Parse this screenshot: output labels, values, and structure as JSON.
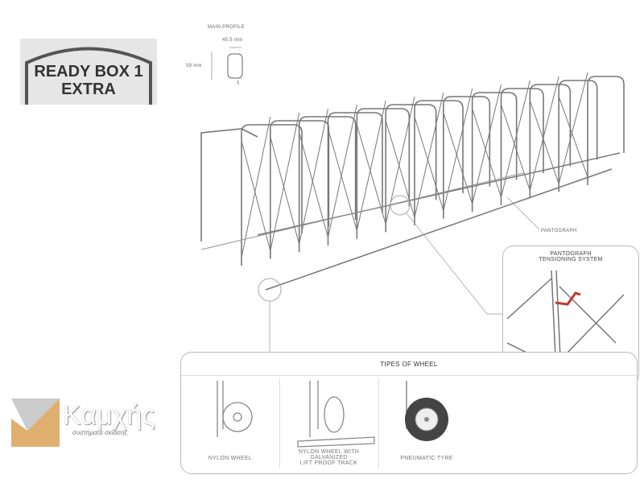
{
  "logo": {
    "line1": "READY BOX 1",
    "line2": "EXTRA"
  },
  "profile": {
    "title": "MAIN PROFILE",
    "width": "45,5 mm",
    "height": "59 mm"
  },
  "labels": {
    "pantograph": "PANTOGRAPH"
  },
  "tension": {
    "title_line1": "PANTOGRAPH",
    "title_line2": "TENSIONING SYSTEM"
  },
  "wheels": {
    "title": "TIPES OF WHEEL",
    "items": [
      {
        "line1": "NYLON WHEEL",
        "line2": "",
        "line3": ""
      },
      {
        "line1": "NYLON WHEEL WITH",
        "line2": "GALVANIZED",
        "line3": "LIFT PROOF TRACK"
      },
      {
        "line1": "PNEUMATIC TYRE",
        "line2": "",
        "line3": ""
      }
    ]
  },
  "brand": {
    "name": "Καμχής",
    "tagline": "συστήματα σκίασης"
  },
  "colors": {
    "accent": "#c0392b",
    "brand_gold": "#e0b070"
  }
}
